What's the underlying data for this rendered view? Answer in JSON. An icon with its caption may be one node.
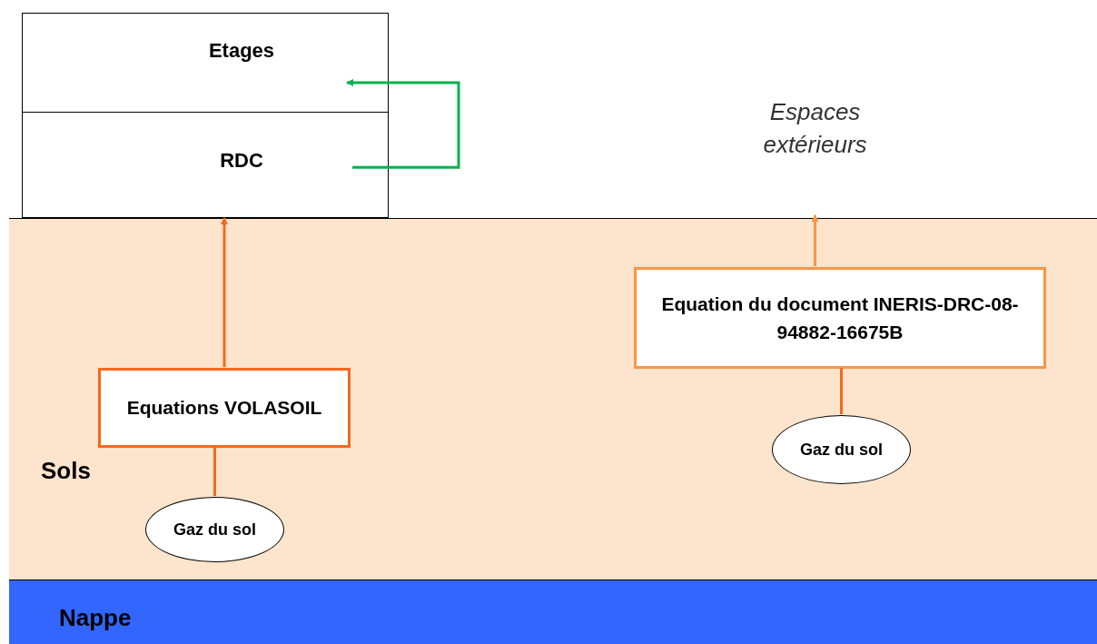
{
  "diagram": {
    "nodes": [
      {
        "text": [
          "Etages"
        ]
      },
      {
        "text": [
          "RDC"
        ]
      },
      {
        "text": [
          "Espaces extérieurs"
        ]
      },
      {
        "text": [
          "Sols"
        ]
      },
      {
        "text": [
          "Equations VOLASOIL"
        ],
        "in": 3
      },
      {
        "text": [
          "Gaz du sol"
        ],
        "in": 3
      },
      {
        "text": [
          "Equation du document INERIS-DRC-08-94882-16675B"
        ],
        "in": 3
      },
      {
        "text": [
          "Gaz du sol"
        ],
        "in": 3
      },
      {
        "text": [
          "Nappe"
        ]
      }
    ],
    "edges": [
      {
        "from": 1,
        "to": 0,
        "arrow": "to",
        "color": "#00b050"
      },
      {
        "from": 4,
        "to": 1,
        "arrow": "to"
      },
      {
        "from": 5,
        "to": 4,
        "arrow": "none"
      },
      {
        "from": 7,
        "to": 6,
        "arrow": "none"
      },
      {
        "from": 6,
        "to": 2,
        "arrow": "to",
        "color": "#f79646"
      }
    ]
  }
}
